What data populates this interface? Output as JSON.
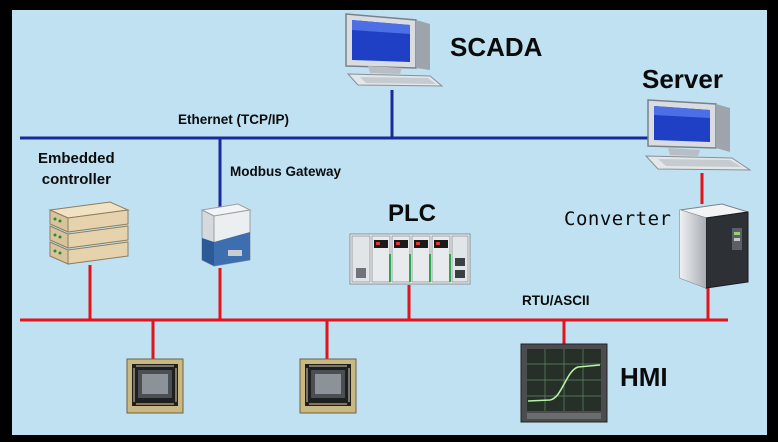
{
  "labels": {
    "scada": "SCADA",
    "server": "Server",
    "ethernet": "Ethernet (TCP/IP)",
    "embedded_line1": "Embedded",
    "embedded_line2": "controller",
    "modbus_gateway": "Modbus Gateway",
    "plc": "PLC",
    "converter": "Converter",
    "rtu_ascii": "RTU/ASCII",
    "hmi": "HMI"
  },
  "colors": {
    "background": "#bfe1f2",
    "ethernet_bus": "#1b2a9a",
    "serial_bus": "#e3131b",
    "frame": "#000000"
  },
  "icons": {
    "scada": "desktop-computer-icon",
    "server": "desktop-computer-icon",
    "embedded_controller": "network-rack-icon",
    "modbus_gateway": "gateway-module-icon",
    "plc": "plc-rack-icon",
    "converter": "tower-converter-icon",
    "field_devices": "circuit-board-icon",
    "hmi": "oscilloscope-display-icon"
  }
}
